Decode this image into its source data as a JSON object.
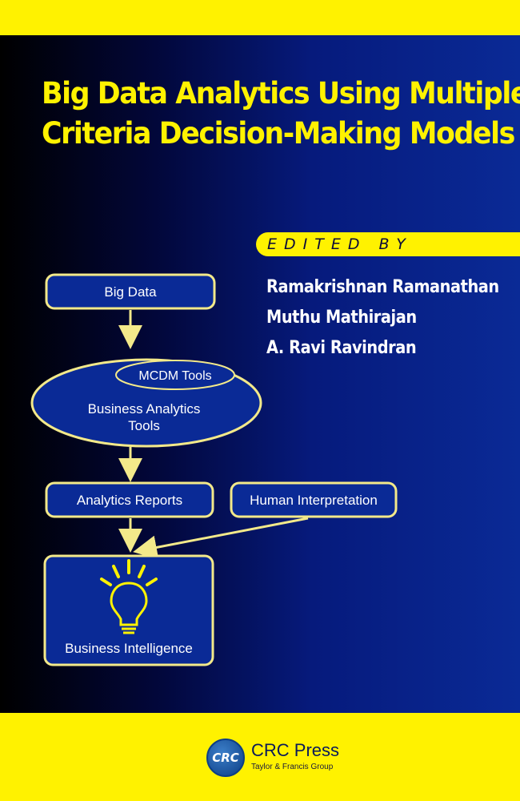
{
  "title": {
    "line1": "Big Data Analytics Using Multiple",
    "line2": "Criteria Decision-Making  Models"
  },
  "edited_by": "EDITED BY",
  "editors": [
    "Ramakrishnan Ramanathan",
    "Muthu Mathirajan",
    "A. Ravi Ravindran"
  ],
  "diagram": {
    "big_data": "Big Data",
    "mcdm_tools": "MCDM Tools",
    "business_analytics_line1": "Business Analytics",
    "business_analytics_line2": "Tools",
    "analytics_reports": "Analytics Reports",
    "human_interpretation": "Human Interpretation",
    "business_intelligence": "Business Intelligence"
  },
  "publisher": {
    "logo_text": "CRC",
    "name": "CRC Press",
    "group": "Taylor & Francis Group"
  },
  "colors": {
    "accent_yellow": "#fff200",
    "navy": "#0a2a96",
    "outline": "#f3e98a"
  }
}
